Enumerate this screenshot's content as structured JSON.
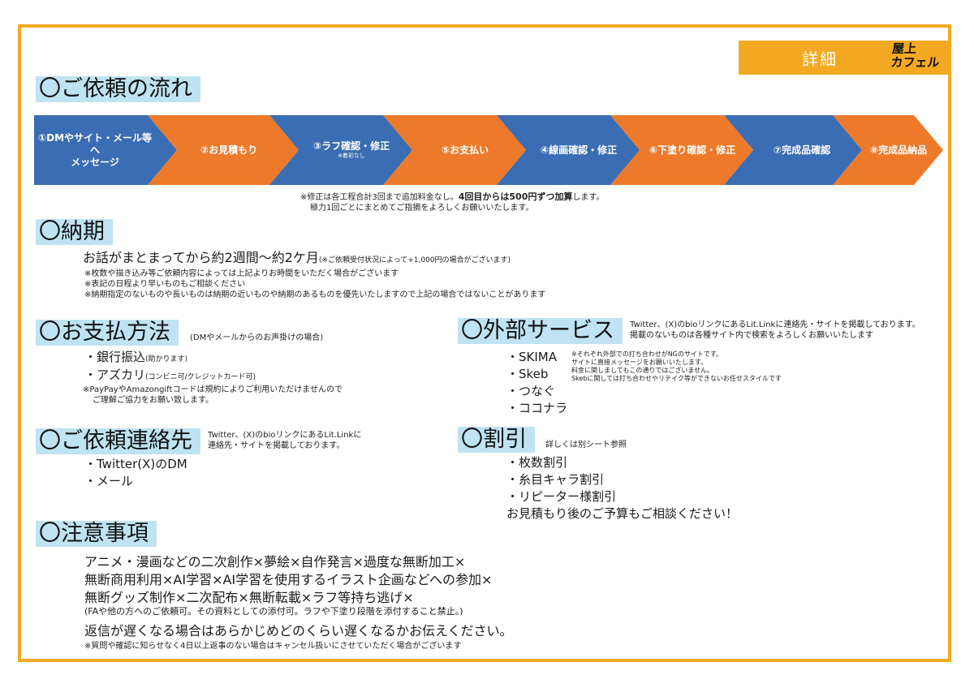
{
  "header": {
    "detail": "詳細",
    "logo_line1": "屋上",
    "logo_line2": "カフェル"
  },
  "colors": {
    "accent": "#f2a921",
    "blue": "#3a6db3",
    "orange": "#ed7a2a",
    "title_bg": "#bfe3f2"
  },
  "flow": {
    "title": "〇ご依頼の流れ",
    "steps": [
      {
        "label": "①DMやサイト・メール等へ",
        "label2": "メッセージ",
        "sub": ""
      },
      {
        "label": "②お見積もり",
        "label2": "",
        "sub": ""
      },
      {
        "label": "③ラフ確認・修正",
        "label2": "",
        "sub": "※着彩なし"
      },
      {
        "label": "⑤お支払い",
        "label2": "",
        "sub": ""
      },
      {
        "label": "④線画確認・修正",
        "label2": "",
        "sub": ""
      },
      {
        "label": "⑥下塗り確認・修正",
        "label2": "",
        "sub": ""
      },
      {
        "label": "⑦完成品確認",
        "label2": "",
        "sub": ""
      },
      {
        "label": "⑧完成品納品",
        "label2": "",
        "sub": ""
      }
    ],
    "note1_a": "※修正は各工程合計3回まで追加料金なし。",
    "note1_b": "4回目からは500円ずつ加算",
    "note1_c": "します。",
    "note2": "極力1回ごとにまとめてご指摘をよろしくお願いいたします。"
  },
  "delivery": {
    "title": "〇納期",
    "main": "お話がまとまってから約2週間〜約2ケ月",
    "main_note": "(※ご依頼受付状況によって+1,000円の場合がございます)",
    "notes": [
      "※枚数や描き込み等ご依頼内容によっては上記よりお時間をいただく場合がございます",
      "※表記の日程より早いものもご相談ください",
      "※納期指定のないものや長いものは納期の近いものや納期のあるものを優先いたしますので上記の場合ではないことがあります"
    ]
  },
  "payment": {
    "title": "〇お支払方法",
    "subtitle": "(DMやメールからのお声掛けの場合)",
    "items": [
      {
        "label": "・銀行振込",
        "note": "(助かります)"
      },
      {
        "label": "・アズカリ",
        "note": "(コンビニ可/クレジットカード可)"
      }
    ],
    "note1": "※PayPayやAmazongiftコードは規約によりご利用いただけませんので",
    "note2": "ご理解ご協力をお願い致します。"
  },
  "contact": {
    "title": "〇ご依頼連絡先",
    "desc1": "Twitter、(X)のbioリンクにあるLit.Linkに",
    "desc2": "連絡先・サイトを掲載しております。",
    "items": [
      "・Twitter(X)のDM",
      "・メール"
    ]
  },
  "external": {
    "title": "〇外部サービス",
    "desc1": "Twitter、(X)のbioリンクにあるLit.Linkに連絡先・サイトを掲載しております。",
    "desc2": "掲載のないものは各種サイト内で検索をよろしくお願いいたします",
    "items": [
      "・SKIMA",
      "・Skeb",
      "・つなぐ",
      "・ココナラ"
    ],
    "notes": [
      "※それぞれ外部での打ち合わせがNGのサイトです。",
      "サイトに直接メッセージをお願いいたします。",
      "料金に関しましてもこの通りではございません。",
      "Skebに関しては打ち合わせやリテイク等ができないお任せスタイルです"
    ]
  },
  "discount": {
    "title": "〇割引",
    "subtitle": "詳しくは別シート参照",
    "items": [
      "・枚数割引",
      "・糸目キャラ割引",
      "・リピーター様割引"
    ],
    "footer": "お見積もり後のご予算もご相談ください！"
  },
  "caution": {
    "title": "〇注意事項",
    "lines": [
      "アニメ・漫画などの二次創作×夢絵×自作発言×過度な無断加工×",
      "無断商用利用×AI学習×AI学習を使用するイラスト企画などへの参加×",
      "無断グッズ制作×二次配布×無断転載×ラフ等持ち逃げ×"
    ],
    "paren": "(FAや他の方へのご依頼可。その資料としての添付可。ラフや下塗り段階を添付すること禁止。)",
    "reply": "返信が遅くなる場合はあらかじめどのくらい遅くなるかお伝えください。",
    "cancel": "※質問や確認に知らせなく4日以上返事のない場合はキャンセル扱いにさせていただく場合がございます"
  }
}
